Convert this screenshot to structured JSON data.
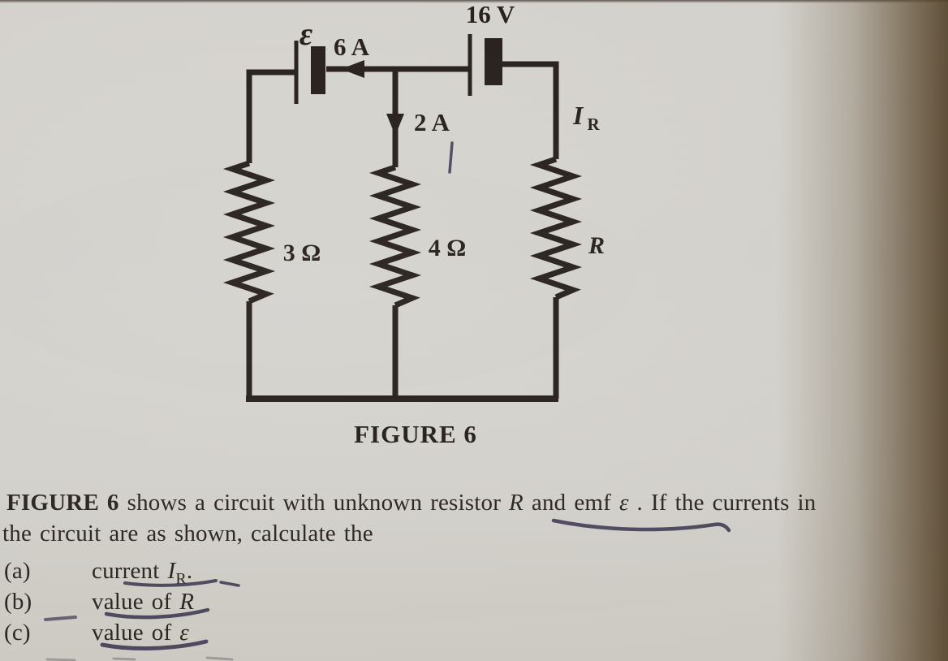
{
  "page": {
    "paper_color": "#d6d4cf",
    "edge_shadow_color": "#6e5a42",
    "circuit_line_color": "#251d19",
    "handwriting_ink_color": "#3f3954"
  },
  "figure": {
    "caption": "FIGURE 6",
    "labels": {
      "emf": "ε",
      "emf_current": "6 A",
      "battery": "16 V",
      "mid_current": "2 A",
      "ir_main": "I",
      "ir_sub": "R",
      "r_left": "3 Ω",
      "r_mid": "4 Ω",
      "r_right": "R"
    }
  },
  "problem": {
    "line1": {
      "bold": "FIGURE 6",
      "t1": " shows a circuit with unknown resistor ",
      "R": "R",
      "t2": " and emf ",
      "eps": "ε",
      "t3": " . If the currents in"
    },
    "line2": "the circuit are as shown, calculate the",
    "items": [
      {
        "label": "(a)",
        "prefix": "current ",
        "math": "I",
        "sub": "R",
        "suffix": "."
      },
      {
        "label": "(b)",
        "prefix": "value of ",
        "math": "R",
        "sub": "",
        "suffix": ""
      },
      {
        "label": "(c)",
        "prefix": "value of ",
        "math": "ε",
        "sub": "",
        "suffix": ""
      }
    ]
  }
}
